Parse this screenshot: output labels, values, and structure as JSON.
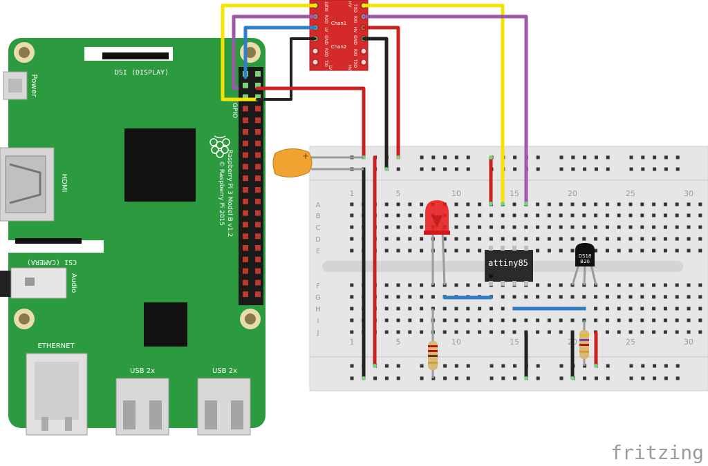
{
  "pi": {
    "power": "Power",
    "dsi": "DSI (DISPLAY)",
    "hdmi": "HDMI",
    "csi": "CSI (CAMERA)",
    "audio": "Audio",
    "ethernet": "ETHERNET",
    "usb1": "USB 2x",
    "usb2": "USB 2x",
    "gpio": "GPIO",
    "model": "Raspberry Pi 3 Model B v1.2",
    "copyright": "© Raspberry Pi 2015"
  },
  "level_shifter": {
    "lv": "LV",
    "hv": "HV",
    "chan1": "Chan1",
    "chan2": "Chan2",
    "txi": "TXI",
    "rxo": "RXO",
    "gnd": "GND",
    "txo": "TXO",
    "rxi": "RXI"
  },
  "breadboard": {
    "cols": [
      "1",
      "5",
      "10",
      "15",
      "20",
      "25",
      "30"
    ],
    "rows_top": [
      "A",
      "B",
      "C",
      "D",
      "E"
    ],
    "rows_bottom": [
      "F",
      "G",
      "H",
      "I",
      "J"
    ]
  },
  "chip": {
    "label": "attiny85"
  },
  "sensor": {
    "line1": "DS18",
    "line2": "B20"
  },
  "brand": {
    "name": "fritzing"
  },
  "colors": {
    "board_green": "#2c9a3e",
    "wire_yellow": "#f4e400",
    "wire_purple": "#9b59a6",
    "wire_blue": "#2f7fc8",
    "wire_red": "#cc1f1f",
    "wire_black": "#222222",
    "shifter_red": "#d42a2a",
    "capacitor_orange": "#f0a330"
  }
}
